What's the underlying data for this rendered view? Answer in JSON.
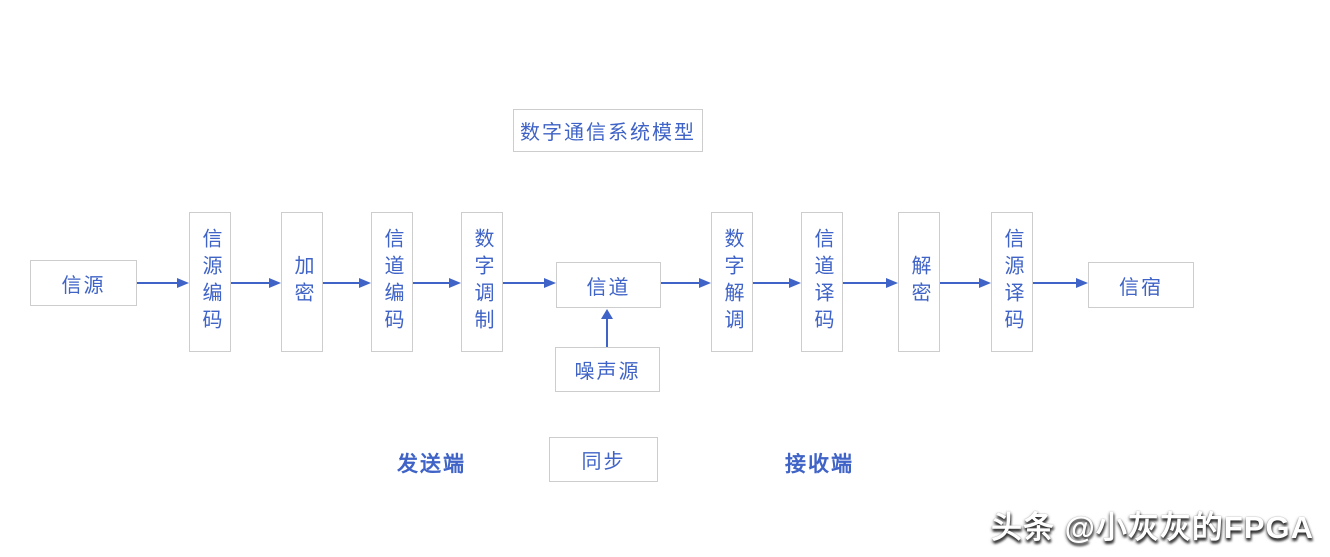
{
  "title": "数字通信系统模型",
  "nodes": {
    "source": "信源",
    "source_encoder": "信源编码",
    "encryptor": "加密",
    "channel_encoder": "信道编码",
    "digital_modulator": "数字调制",
    "channel": "信道",
    "noise_source": "噪声源",
    "digital_demodulator": "数字解调",
    "channel_decoder": "信道译码",
    "decryptor": "解密",
    "source_decoder": "信源译码",
    "sink": "信宿",
    "sync": "同步"
  },
  "section_labels": {
    "transmitter": "发送端",
    "receiver": "接收端"
  },
  "watermark": "头条 @小灰灰的FPGA",
  "colors": {
    "accent_blue": "#3f63c6",
    "box_border": "#cdcdcd",
    "background": "#ffffff",
    "watermark_shadow": "#1a1a1a"
  }
}
